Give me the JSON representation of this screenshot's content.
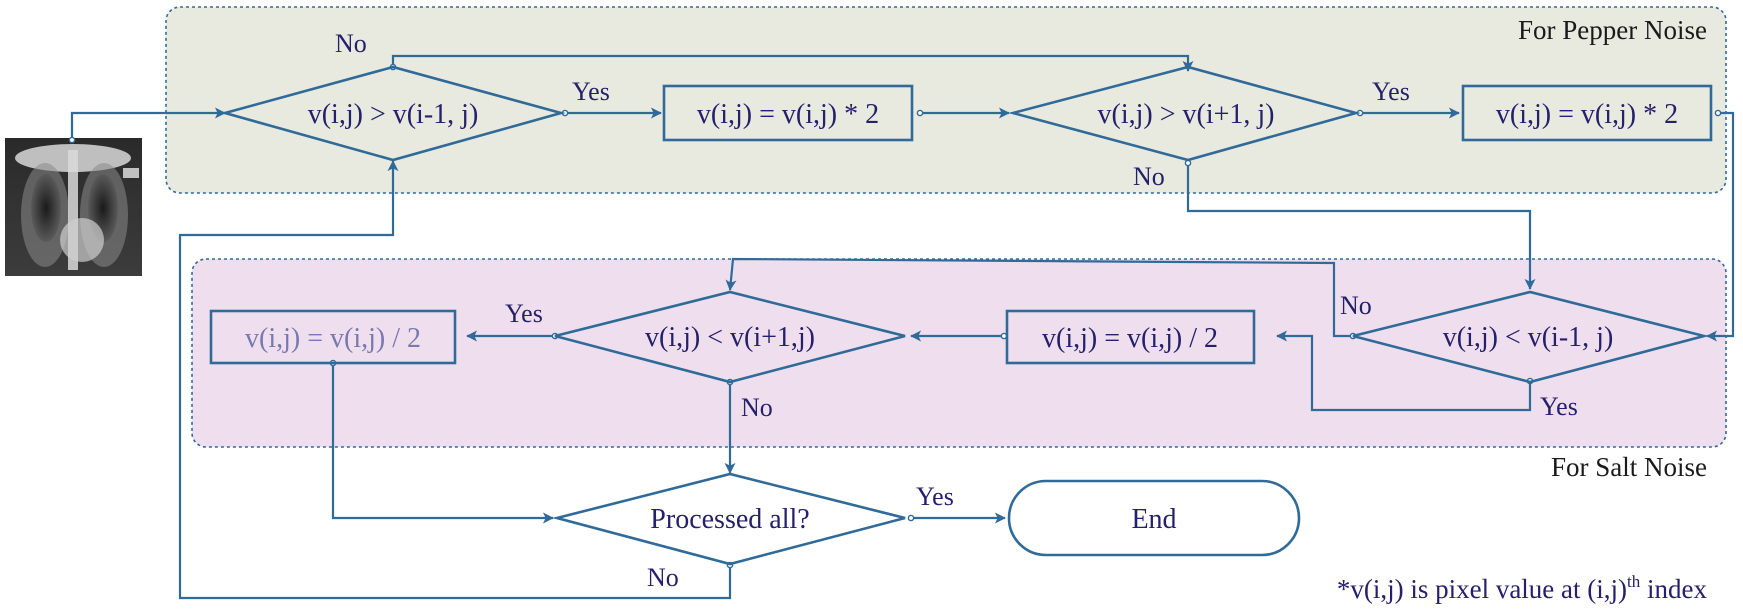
{
  "regions": {
    "pepper": {
      "label": "For Pepper Noise",
      "fill": "#e8eadf"
    },
    "salt": {
      "label": "For Salt Noise",
      "fill": "#efdfee"
    }
  },
  "nodes": {
    "d1": "v(i,j) > v(i-1, j)",
    "p1": "v(i,j) = v(i,j) * 2",
    "d2": "v(i,j) > v(i+1, j)",
    "p2": "v(i,j) = v(i,j) * 2",
    "d3": "v(i,j) < v(i-1, j)",
    "p3": "v(i,j) = v(i,j) / 2",
    "d4": "v(i,j) < v(i+1,j)",
    "p4": "v(i,j) = v(i,j) / 2",
    "d5": "Processed all?",
    "end": "End"
  },
  "edge_labels": {
    "d1_no": "No",
    "d1_yes": "Yes",
    "d2_yes": "Yes",
    "d2_no": "No",
    "d3_no": "No",
    "d3_yes": "Yes",
    "d4_yes": "Yes",
    "d4_no": "No",
    "d5_yes": "Yes",
    "d5_no": "No"
  },
  "footnote": {
    "main": "*v(i,j) is pixel value at (i,j)",
    "sup": "th",
    "tail": " index"
  },
  "colors": {
    "stroke": "#2f6a99",
    "text": "#25206b"
  },
  "icons": {
    "input_image": "chest-xray-image"
  }
}
